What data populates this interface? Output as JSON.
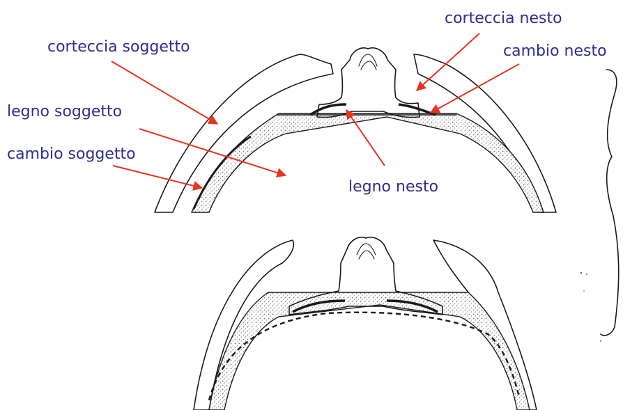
{
  "colors": {
    "label": "#2e2e8f",
    "arrow": "#e8331f",
    "ink": "#1a1a1a",
    "hatch": "#9a9a9a"
  },
  "labels": {
    "corteccia_soggetto": "corteccia soggetto",
    "legno_soggetto": "legno soggetto",
    "cambio_soggetto": "cambio soggetto",
    "corteccia_nesto": "corteccia nesto",
    "cambio_nesto": "cambio nesto",
    "legno_nesto": "legno nesto"
  }
}
